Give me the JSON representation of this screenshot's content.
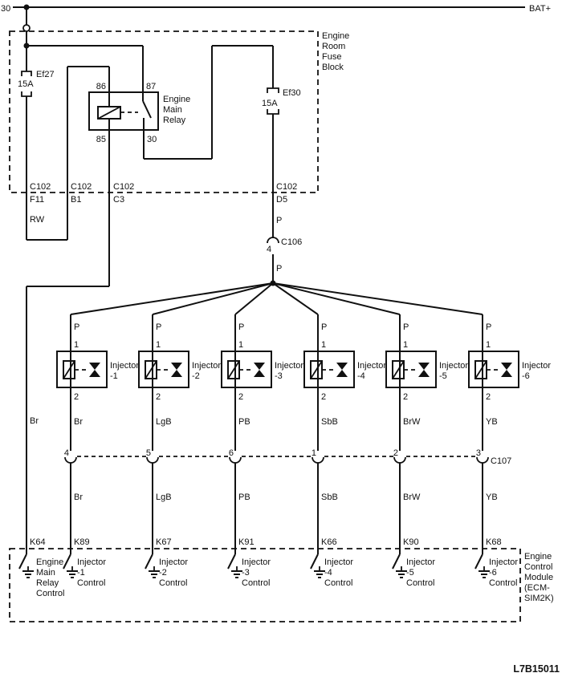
{
  "power": {
    "left_label": "30",
    "right_label": "BAT+"
  },
  "doc_id": "L7B15011",
  "fuse_block": {
    "label_lines": [
      "Engine",
      "Room",
      "Fuse",
      "Block"
    ],
    "ef27": {
      "name": "Ef27",
      "rating": "15A"
    },
    "ef30": {
      "name": "Ef30",
      "rating": "15A"
    }
  },
  "relay": {
    "label_lines": [
      "Engine",
      "Main",
      "Relay"
    ],
    "pin86": "86",
    "pin87": "87",
    "pin85": "85",
    "pin30": "30"
  },
  "c102": {
    "name": "C102",
    "f11": "F11",
    "b1": "B1",
    "c3": "C3",
    "d5": "D5"
  },
  "wire_rw": "RW",
  "c106": {
    "name": "C106",
    "pin": "4",
    "wire_above": "P",
    "wire_below": "P"
  },
  "c107_label": "C107",
  "relay_control_branch": {
    "color": "Br",
    "ecm_pin": "K64",
    "control_lines": [
      "Engine",
      "Main",
      "Relay",
      "Control"
    ]
  },
  "injectors": [
    {
      "wire_top": "P",
      "pin1": "1",
      "label": "Injector",
      "number": "-1",
      "pin2": "2",
      "color_upper": "Br",
      "c107_pin": "4",
      "color_lower": "Br",
      "ecm_pin": "K89",
      "control_lines": [
        "Injector",
        "-1",
        "Control"
      ]
    },
    {
      "wire_top": "P",
      "pin1": "1",
      "label": "Injector",
      "number": "-2",
      "pin2": "2",
      "color_upper": "LgB",
      "c107_pin": "5",
      "color_lower": "LgB",
      "ecm_pin": "K67",
      "control_lines": [
        "Injector",
        "-2",
        "Control"
      ]
    },
    {
      "wire_top": "P",
      "pin1": "1",
      "label": "Injector",
      "number": "-3",
      "pin2": "2",
      "color_upper": "PB",
      "c107_pin": "6",
      "color_lower": "PB",
      "ecm_pin": "K91",
      "control_lines": [
        "Injector",
        "-3",
        "Control"
      ]
    },
    {
      "wire_top": "P",
      "pin1": "1",
      "label": "Injector",
      "number": "-4",
      "pin2": "2",
      "color_upper": "SbB",
      "c107_pin": "1",
      "color_lower": "SbB",
      "ecm_pin": "K66",
      "control_lines": [
        "Injector",
        "-4",
        "Control"
      ]
    },
    {
      "wire_top": "P",
      "pin1": "1",
      "label": "Injector",
      "number": "-5",
      "pin2": "2",
      "color_upper": "BrW",
      "c107_pin": "2",
      "color_lower": "BrW",
      "ecm_pin": "K90",
      "control_lines": [
        "Injector",
        "-5",
        "Control"
      ]
    },
    {
      "wire_top": "P",
      "pin1": "1",
      "label": "Injector",
      "number": "-6",
      "pin2": "2",
      "color_upper": "YB",
      "c107_pin": "3",
      "color_lower": "YB",
      "ecm_pin": "K68",
      "control_lines": [
        "Injector",
        "-6",
        "Control"
      ]
    }
  ],
  "ecm": {
    "label_lines": [
      "Engine",
      "Control",
      "Module",
      "(ECM-",
      "SIM2K)"
    ]
  }
}
